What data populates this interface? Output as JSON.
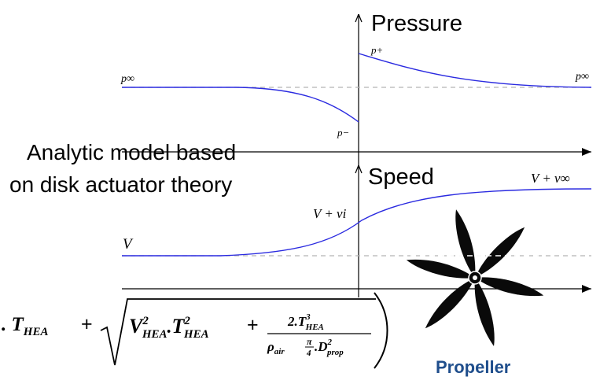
{
  "top_plot": {
    "title": "Pressure",
    "left_label": "p∞",
    "right_label": "p∞",
    "plus_label": "p+",
    "minus_label": "p−"
  },
  "bottom_plot": {
    "title": "Speed",
    "left_label": "V",
    "right_label": "V + v∞",
    "mid_label": "V + vi"
  },
  "caption": {
    "line1": "Analytic model based",
    "line2": "on disk actuator theory"
  },
  "formula": {
    "prefix": ". T",
    "sub_hea": "HEA",
    "plus": "+",
    "sqrt_term1_base": "V",
    "sqrt_term1_sup": "2",
    "sqrt_term1_sub": "HEA",
    "sqrt_dot": ".",
    "sqrt_term2_base": "T",
    "sqrt_term2_sup": "2",
    "sqrt_term2_sub": "HEA",
    "frac_num": "2.T",
    "frac_num_sup": "3",
    "frac_num_sub": "HEA",
    "frac_den_rho": "ρ",
    "frac_den_rho_sub": "air",
    "frac_den_pi": "π",
    "frac_den_four": "4",
    "frac_den_D": ".D",
    "frac_den_D_sup": "2",
    "frac_den_D_sub": "prop"
  },
  "propeller": {
    "label": "Propeller",
    "icon": "propeller-icon"
  },
  "colors": {
    "curve": "#2a2ae0",
    "dashed": "#b5b5b5",
    "axis": "#000000",
    "propeller": "#0a0a0a",
    "propeller_label": "#1f4e8c"
  }
}
